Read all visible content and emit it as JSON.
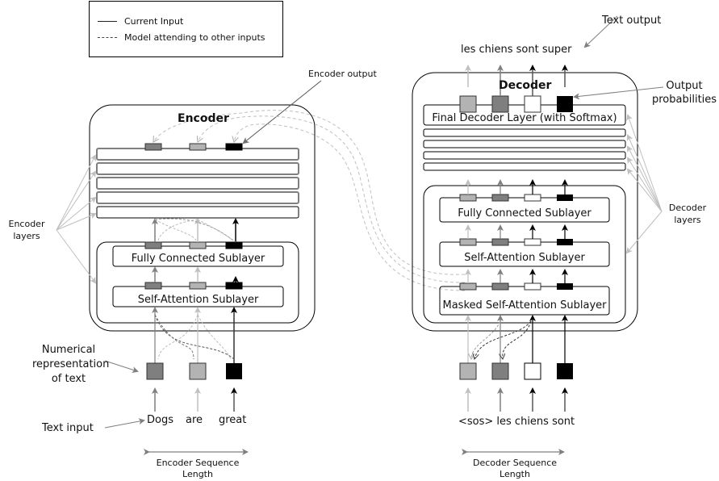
{
  "legend": {
    "items": [
      {
        "label": "Current Input",
        "line_style": "solid"
      },
      {
        "label": "Model attending to other inputs",
        "line_style": "dashed"
      }
    ]
  },
  "encoder": {
    "title": "Encoder",
    "output_annotation": "Encoder output",
    "layers_annotation": [
      "Encoder",
      "layers"
    ],
    "sublayers": [
      "Fully Connected Sublayer",
      "Self-Attention Sublayer"
    ],
    "stacked_layer_count": 5,
    "embedding_annotation": [
      "Numerical",
      "representation",
      "of text"
    ],
    "input_annotation": "Text input",
    "input_tokens": [
      "Dogs",
      "are",
      "great"
    ],
    "token_colors": [
      "#7f7f7f",
      "#b3b3b3",
      "#000000"
    ],
    "sequence_label": [
      "Encoder Sequence",
      "Length"
    ]
  },
  "decoder": {
    "title": "Decoder",
    "final_layer": "Final Decoder Layer (with Softmax)",
    "output_annotation": "Text output",
    "probabilities_annotation": [
      "Output",
      "probabilities"
    ],
    "layers_annotation": [
      "Decoder",
      "layers"
    ],
    "sublayers": [
      "Fully Connected Sublayer",
      "Self-Attention Sublayer",
      "Masked Self-Attention Sublayer"
    ],
    "stacked_layer_count": 4,
    "output_text": "les chiens sont super",
    "input_tokens": [
      "<sos>",
      "les",
      "chiens",
      "sont"
    ],
    "input_text": "<sos> les chiens sont",
    "token_colors": [
      "#b3b3b3",
      "#7f7f7f",
      "#ffffff",
      "#000000"
    ],
    "sequence_label": [
      "Decoder Sequence",
      "Length"
    ]
  },
  "colors": {
    "stroke": "#000000",
    "layer_border": "#7f7f7f",
    "annotation_arrow": "#bfbfbf",
    "dashed": "#bfbfbf"
  }
}
